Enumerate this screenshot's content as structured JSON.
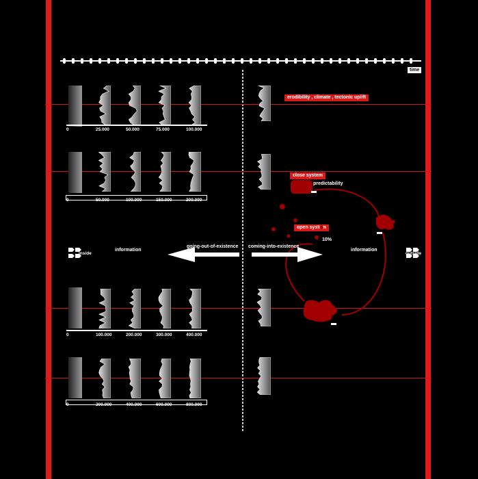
{
  "time_label": "time",
  "environment_tag": "erodibility , climate , tectonic uplift",
  "close_system_tag": "close system",
  "predictability_label": "predictability",
  "open_system_tag": "open system",
  "percent_label": "10%",
  "inside_label": "inside",
  "outside_label": "outside",
  "information_left": "information",
  "information_right": "information",
  "going_label": "going-out-of-existence",
  "coming_label": "coming-into-existence",
  "rows": [
    {
      "ticks": [
        "0",
        "25.000",
        "50.000",
        "75.000",
        "100.000"
      ]
    },
    {
      "ticks": [
        "0",
        "50.000",
        "100.000",
        "150.000",
        "200.000"
      ]
    },
    {
      "ticks": [
        "0",
        "100.000",
        "200.000",
        "300.000",
        "400.000"
      ]
    },
    {
      "ticks": [
        "0",
        "200.000",
        "400.000",
        "600.000",
        "800.000"
      ]
    }
  ],
  "colors": {
    "accent": "#e01b1b",
    "blob": "#a00000",
    "background": "#000000",
    "foreground": "#ffffff"
  }
}
